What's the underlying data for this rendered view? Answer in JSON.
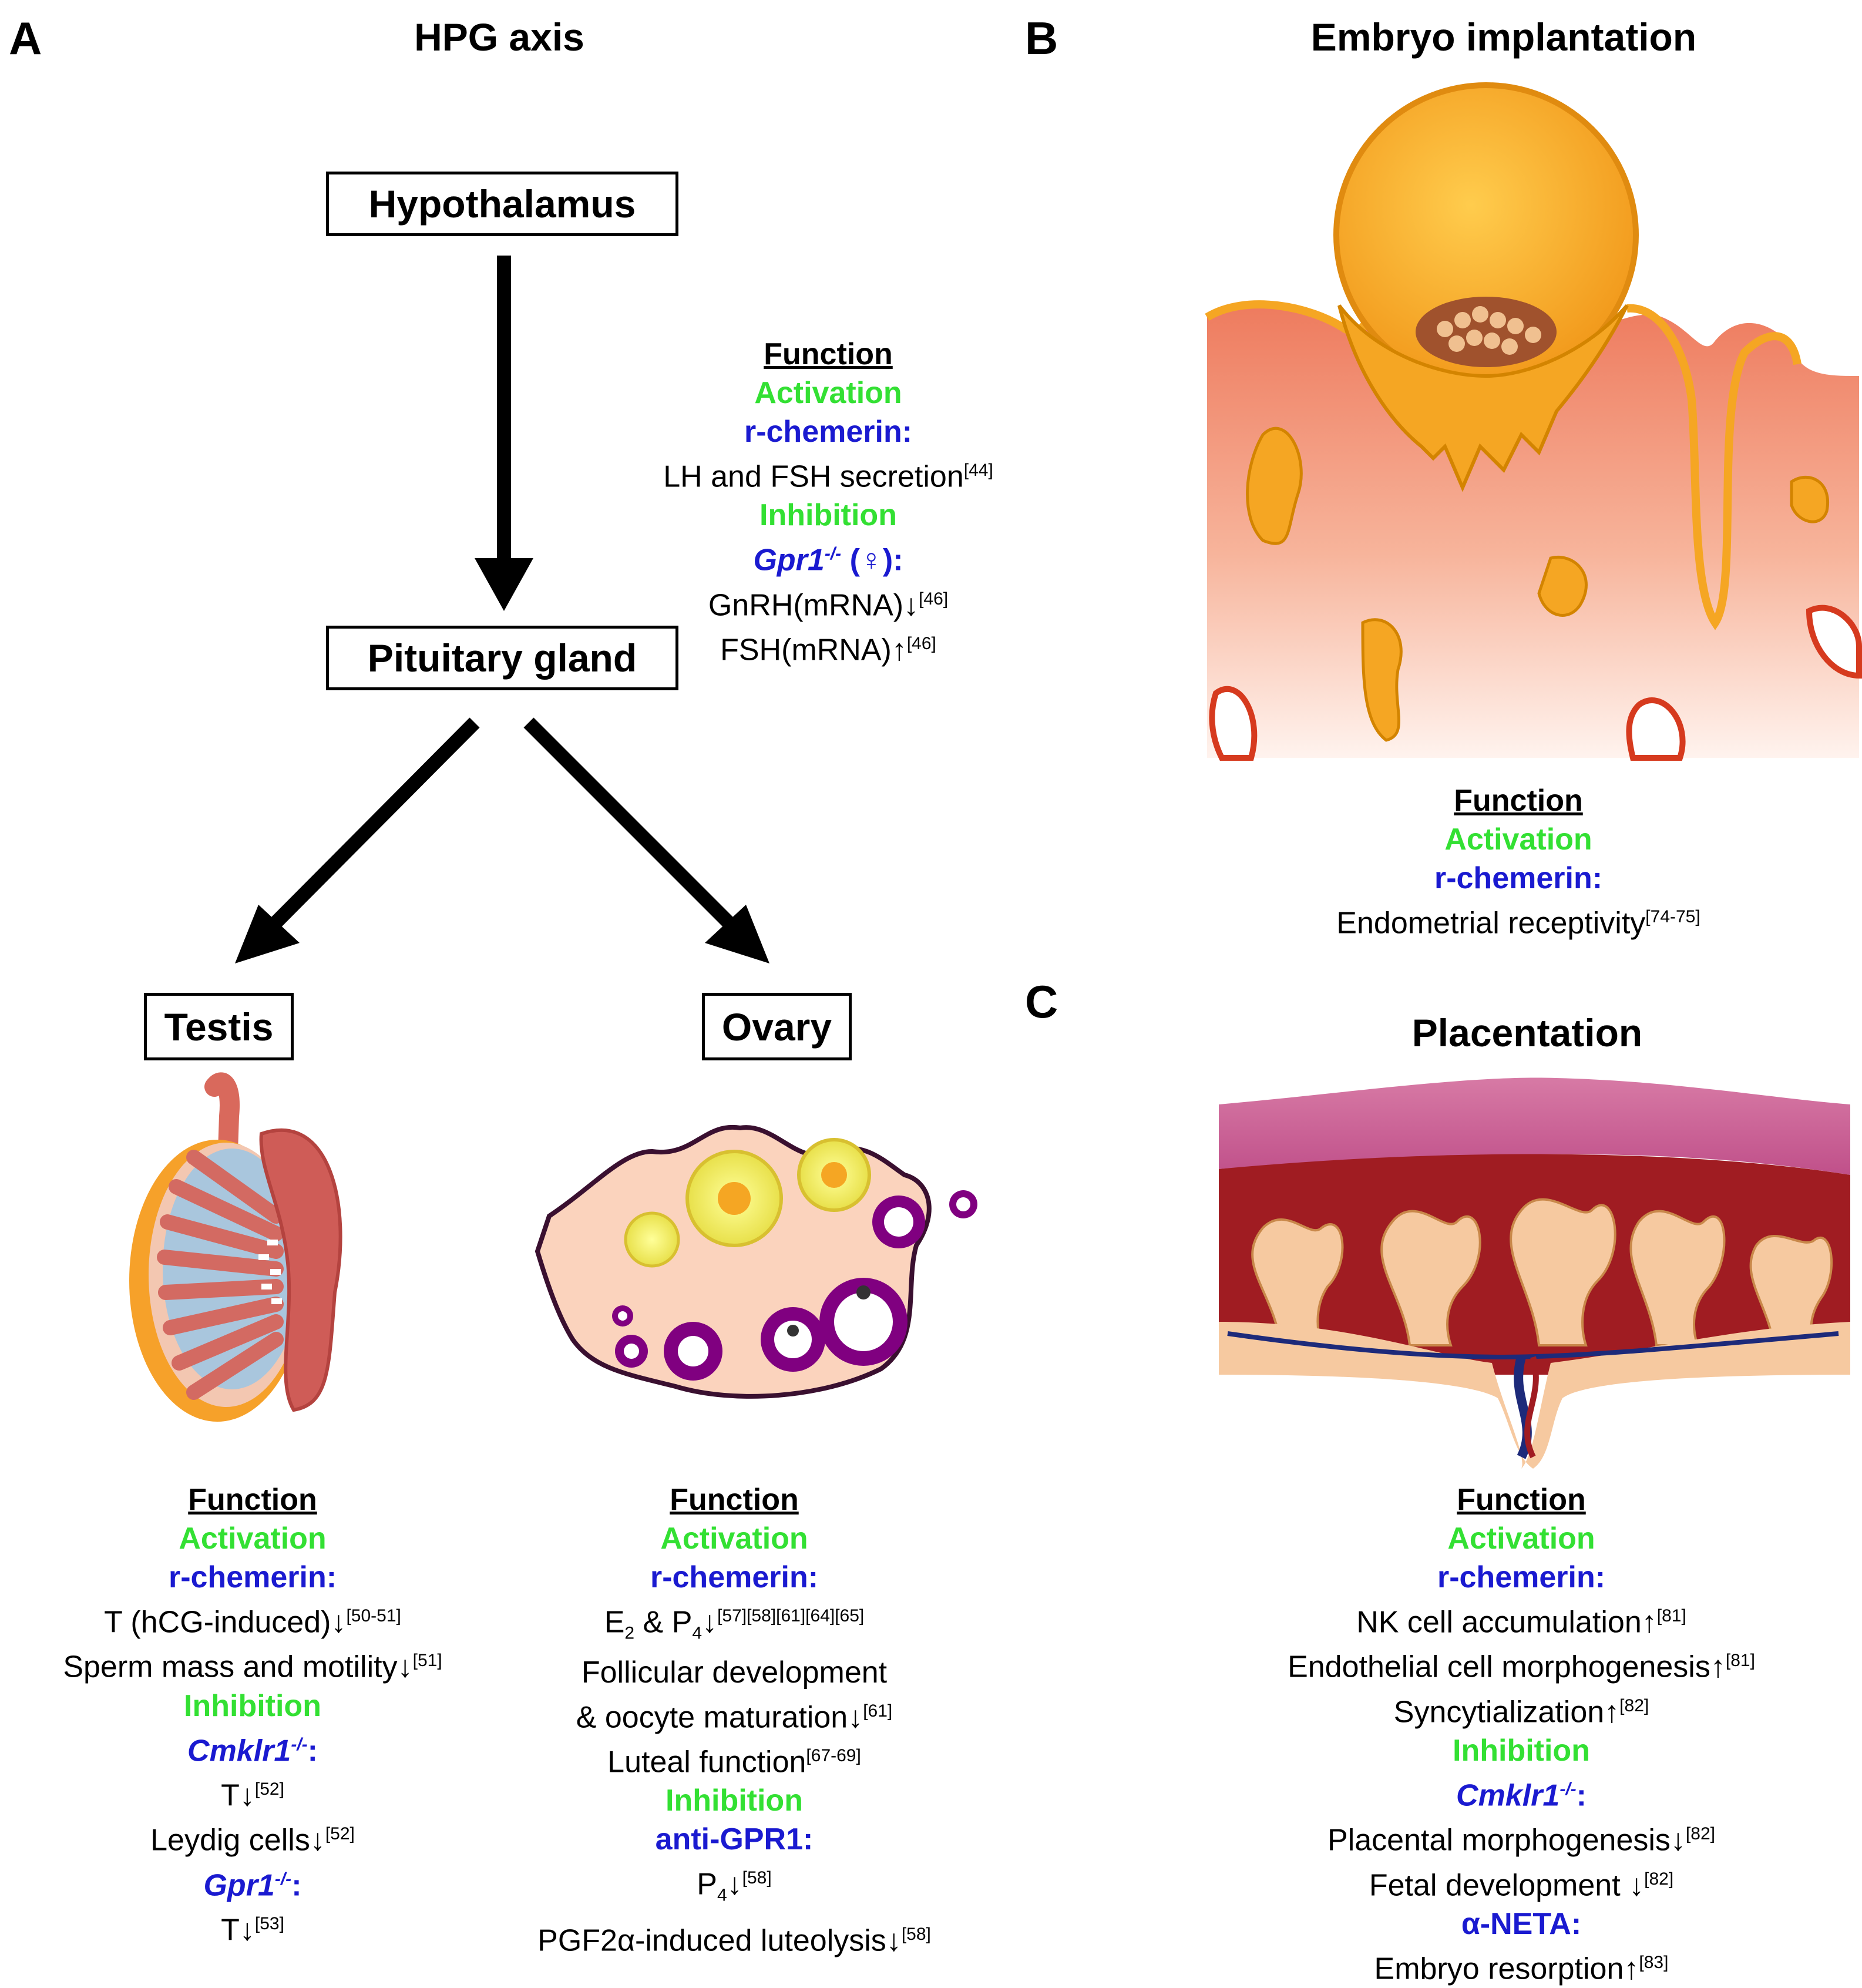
{
  "panel_labels": {
    "a": "A",
    "b": "B",
    "c": "C"
  },
  "titles": {
    "hpg": "HPG axis",
    "embryo": "Embryo implantation",
    "placenta": "Placentation"
  },
  "boxes": {
    "hypothalamus": "Hypothalamus",
    "pituitary": "Pituitary gland",
    "testis": "Testis",
    "ovary": "Ovary"
  },
  "pituitary_function": {
    "header": "Function",
    "activation": "Activation",
    "agent1": "r-chemerin:",
    "line1": "LH and FSH secretion",
    "ref1": "[44]",
    "inhibition": "Inhibition",
    "agent2": "Gpr1",
    "agent2_sup": "-/-",
    "agent2_suffix": " (♀):",
    "line2": "GnRH(mRNA)↓",
    "ref2": "[46]",
    "line3": "FSH(mRNA)↑",
    "ref3": "[46]"
  },
  "testis_function": {
    "header": "Function",
    "activation": "Activation",
    "agent1": "r-chemerin:",
    "line1": "T (hCG-induced)↓",
    "ref1": "[50-51]",
    "line2": "Sperm mass and motility↓",
    "ref2": "[51]",
    "inhibition": "Inhibition",
    "agent2": "Cmklr1",
    "agent2_sup": "-/-",
    "agent2_suffix": ":",
    "line3": "T↓",
    "ref3": "[52]",
    "line4": "Leydig cells↓",
    "ref4": "[52]",
    "agent3": "Gpr1",
    "agent3_sup": "-/-",
    "agent3_suffix": ":",
    "line5": "T↓",
    "ref5": "[53]"
  },
  "ovary_function": {
    "header": "Function",
    "activation": "Activation",
    "agent1": "r-chemerin:",
    "e": "E",
    "e_sub": "2",
    "amp": " & P",
    "p_sub": "4",
    "arrow": "↓",
    "ref1": "[57][58][61][64][65]",
    "line2": "Follicular development",
    "line3": "& oocyte maturation↓",
    "ref3": "[61]",
    "line4": "Luteal function",
    "ref4": "[67-69]",
    "inhibition": "Inhibition",
    "agent2": "anti-GPR1:",
    "p2": "P",
    "p2_sub": "4",
    "arrow2": "↓",
    "ref5": "[58]",
    "line6": "PGF2α-induced luteolysis↓",
    "ref6": "[58]"
  },
  "embryo_function": {
    "header": "Function",
    "activation": "Activation",
    "agent1": "r-chemerin:",
    "line1": "Endometrial receptivity",
    "ref1": "[74-75]"
  },
  "placenta_function": {
    "header": "Function",
    "activation": "Activation",
    "agent1": "r-chemerin:",
    "line1": "NK cell accumulation↑",
    "ref1": "[81]",
    "line2": "Endothelial cell morphogenesis↑",
    "ref2": "[81]",
    "line3": "Syncytialization↑",
    "ref3": "[82]",
    "inhibition": "Inhibition",
    "agent2": "Cmklr1",
    "agent2_sup": "-/-",
    "agent2_suffix": ":",
    "line4": "Placental morphogenesis↓",
    "ref4": "[82]",
    "line5": "Fetal development ↓",
    "ref5": "[82]",
    "agent3": "α-NETA:",
    "line6": "Embryo resorption↑",
    "ref6": "[83]"
  },
  "colors": {
    "activation": "#33e033",
    "agent": "#1a1ad0",
    "uterus": "#f0947a",
    "embryo": "#f5a623",
    "ovary": "#fbd3bd",
    "follicle": "#800080",
    "placenta_red": "#a01c22"
  }
}
